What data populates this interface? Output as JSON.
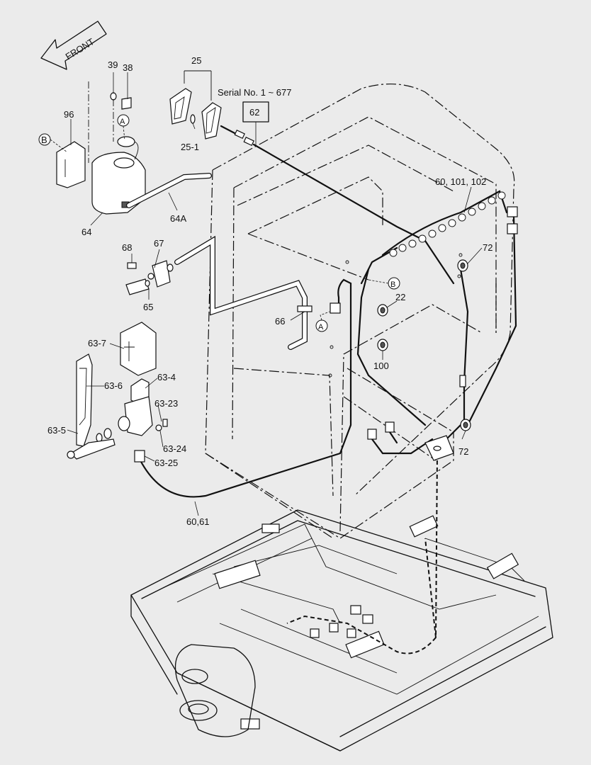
{
  "arrow": {
    "text": "FRONT"
  },
  "serial_note": "Serial No. 1 ~ 677",
  "callouts": {
    "p25": "25",
    "p25_1": "25-1",
    "p62": "62",
    "p38": "38",
    "p39": "39",
    "p96": "96",
    "p64": "64",
    "p64a": "64A",
    "p60_101_102": "60, 101, 102",
    "p72_top": "72",
    "p72_bottom": "72",
    "p22": "22",
    "p100": "100",
    "p66": "66",
    "p68": "68",
    "p67": "67",
    "p65": "65",
    "p63_7": "63-7",
    "p63_6": "63-6",
    "p63_4": "63-4",
    "p63_5": "63-5",
    "p63_23": "63-23",
    "p63_24": "63-24",
    "p63_25": "63-25",
    "p60_61": "60,61"
  },
  "markers": {
    "a1": "A",
    "a2": "A",
    "b1": "B",
    "b2": "B"
  }
}
